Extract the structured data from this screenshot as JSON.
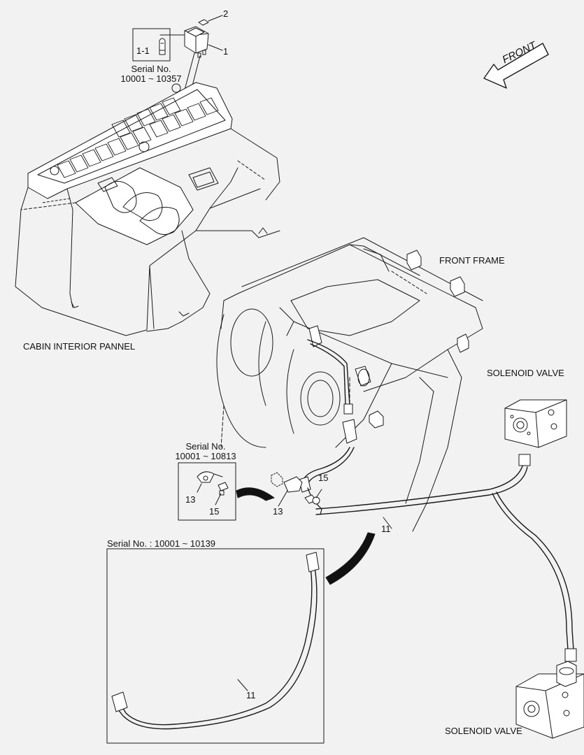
{
  "labels": {
    "cabin_interior": "CABIN INTERIOR PANNEL",
    "front_frame": "FRONT FRAME",
    "solenoid_valve_top": "SOLENOID VALVE",
    "solenoid_valve_bottom": "SOLENOID VALVE",
    "front_arrow": "FRONT"
  },
  "serial_notes": {
    "top_title": "Serial No.",
    "top_range": "10001 ~ 10357",
    "mid_title": "Serial No.",
    "mid_range": "10001 ~ 10813",
    "bottom": "Serial No. : 10001 ~ 10139"
  },
  "part_numbers": {
    "p1": "1",
    "p1_1": "1-1",
    "p2": "2",
    "p11_main": "11",
    "p11_inset": "11",
    "p13_inset": "13",
    "p15_inset": "15",
    "p13_main": "13",
    "p15_main": "15"
  },
  "colors": {
    "line": "#1a1a1a",
    "background": "#f2f2f2",
    "fill": "#ffffff"
  }
}
